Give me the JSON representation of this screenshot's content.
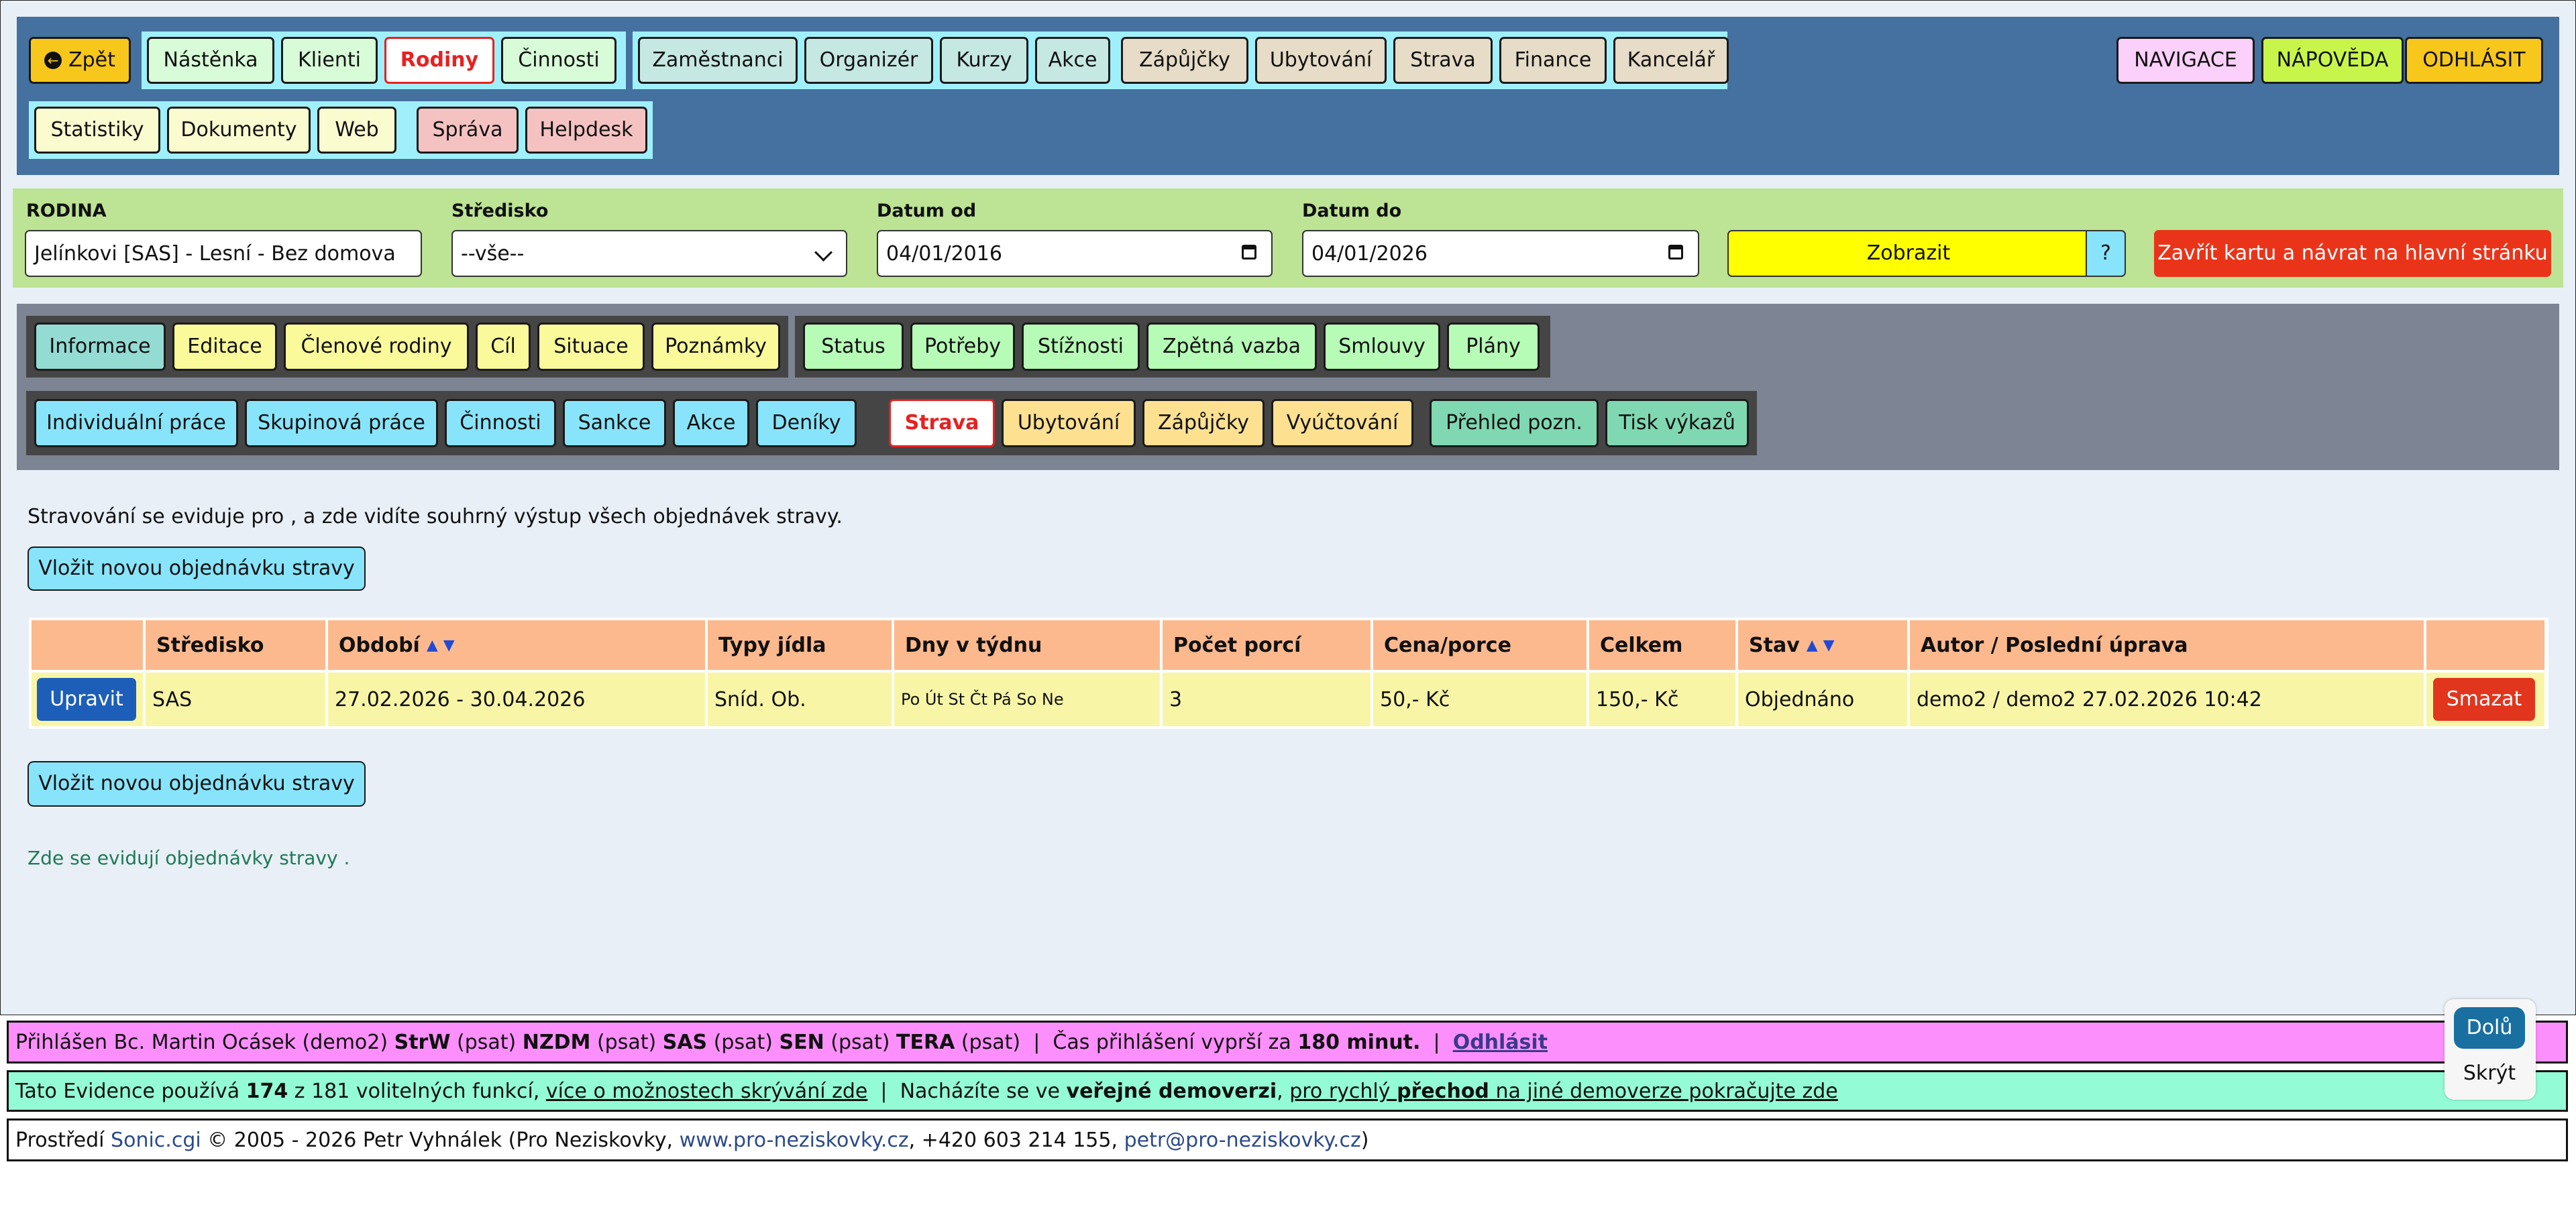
{
  "nav": {
    "back": "Zpět",
    "group1": [
      "Nástěnka",
      "Klienti",
      "Rodiny",
      "Činnosti"
    ],
    "group2": [
      "Zaměstnanci",
      "Organizér",
      "Kurzy",
      "Akce"
    ],
    "group3": [
      "Zápůjčky",
      "Ubytování",
      "Strava",
      "Finance",
      "Kancelář"
    ],
    "group4": [
      "Statistiky",
      "Dokumenty",
      "Web"
    ],
    "group5": [
      "Správa",
      "Helpdesk"
    ],
    "right": [
      "NAVIGACE",
      "NÁPOVĚDA",
      "ODHLÁSIT"
    ]
  },
  "filter": {
    "family_label": "RODINA",
    "family_value": "Jelínkovi [SAS] - Lesní - Bez domova",
    "center_label": "Středisko",
    "center_value": "--vše--",
    "date_from_label": "Datum od",
    "date_from_value": "04/01/2016",
    "date_to_label": "Datum do",
    "date_to_value": "04/01/2026",
    "show_button": "Zobrazit",
    "help_button": "?",
    "close_button": "Zavřít kartu a návrat na hlavní stránku"
  },
  "tabs": {
    "row1_a": [
      "Informace",
      "Editace",
      "Členové rodiny",
      "Cíl",
      "Situace",
      "Poznámky"
    ],
    "row1_b": [
      "Status",
      "Potřeby",
      "Stížnosti",
      "Zpětná vazba",
      "Smlouvy",
      "Plány"
    ],
    "row2_a": [
      "Individuální práce",
      "Skupinová práce",
      "Činnosti",
      "Sankce",
      "Akce",
      "Deníky"
    ],
    "row2_b": [
      "Strava",
      "Ubytování",
      "Zápůjčky",
      "Vyúčtování"
    ],
    "row2_c": [
      "Přehled pozn.",
      "Tisk výkazů"
    ]
  },
  "content": {
    "intro": "Stravování se eviduje pro , a zde vidíte souhrný výstup všech objednávek stravy.",
    "add_button": "Vložit novou objednávku stravy",
    "note": "Zde se evidují objednávky stravy ."
  },
  "table": {
    "headers": [
      "",
      "Středisko",
      "Období",
      "Typy jídla",
      "Dny v týdnu",
      "Počet porcí",
      "Cena/porce",
      "Celkem",
      "Stav",
      "Autor / Poslední úprava",
      ""
    ],
    "sort_up": "▲",
    "sort_down": "▼",
    "rows": [
      {
        "edit": "Upravit",
        "center": "SAS",
        "period": "27.02.2026 - 30.04.2026",
        "meal_types": "Sníd. Ob.",
        "days": "Po Út St Čt Pá So Ne",
        "portions": "3",
        "price": "50,- Kč",
        "total": "150,- Kč",
        "status": "Objednáno",
        "author": "demo2 / demo2 27.02.2026 10:42",
        "delete": "Smazat"
      }
    ]
  },
  "footer": {
    "l1_prefix": "Přihlášen Bc. Martin Ocásek (demo2)",
    "orgs": [
      {
        "code": "StrW",
        "role": "(psat)"
      },
      {
        "code": "NZDM",
        "role": "(psat)"
      },
      {
        "code": "SAS",
        "role": "(psat)"
      },
      {
        "code": "SEN",
        "role": "(psat)"
      },
      {
        "code": "TERA",
        "role": "(psat)"
      }
    ],
    "l1_sep": "|",
    "session_text": "Čas přihlášení vyprší za",
    "session_time": "180 minut.",
    "logout": "Odhlásit",
    "l2_a": "Tato Evidence používá",
    "l2_count": "174",
    "l2_b": "z 181 volitelných funkcí,",
    "l2_link1": "více o možnostech skrývání zde",
    "l2_c": "Nacházíte se ve",
    "l2_bold": "veřejné demoverzi",
    "l2_link2a": "pro rychlý",
    "l2_link2b": "přechod",
    "l2_link2c": "na jiné demoverze pokračujte zde",
    "l3_a": "Prostředí",
    "l3_link1": "Sonic.cgi",
    "l3_b": "© 2005 - 2026 Petr Vyhnálek (Pro Neziskovky,",
    "l3_link2": "www.pro-neziskovky.cz",
    "l3_c": ", +420 603 214 155,",
    "l3_link3": "petr@pro-neziskovky.cz",
    "l3_d": ")"
  },
  "side": {
    "down": "Dolů",
    "hide": "Skrýt"
  },
  "colors": {
    "top_bar": "#44719f",
    "filter_bar": "#bde394",
    "tab_bar": "#7d8493",
    "active_red": "#e82020",
    "footer_pink": "#fd8ffd",
    "footer_green": "#93fcd6",
    "edit_blue": "#1d5fb8",
    "delete_red": "#e2351d"
  }
}
